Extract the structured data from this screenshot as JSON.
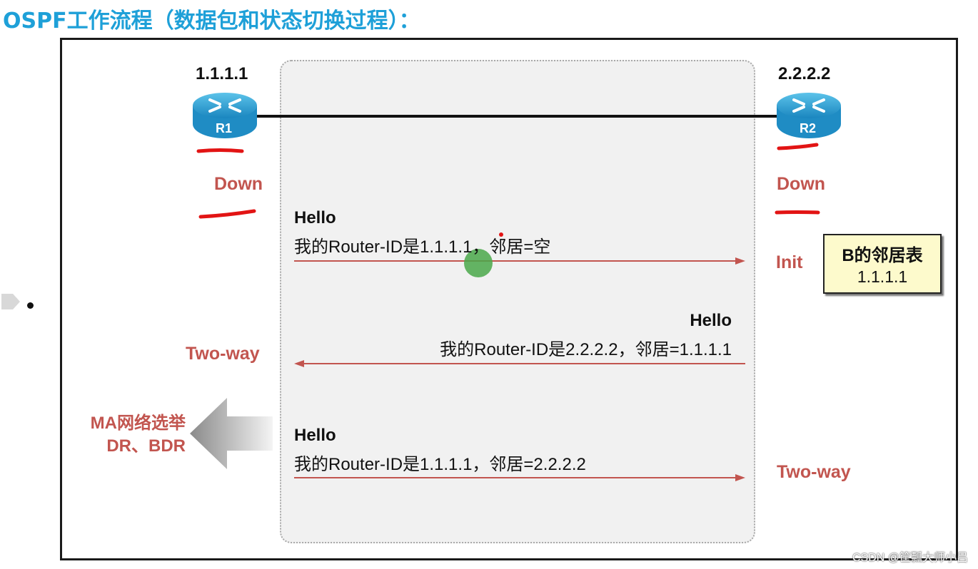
{
  "title": "OSPF工作流程（数据包和状态切换过程）：",
  "routers": {
    "r1": {
      "router_id": "1.1.1.1",
      "name": "R1",
      "state": "Down",
      "state_final": "Two-way"
    },
    "r2": {
      "router_id": "2.2.2.2",
      "name": "R2",
      "state": "Down",
      "state_mid": "Init",
      "state_final": "Two-way"
    }
  },
  "messages": [
    {
      "title": "Hello",
      "body": "我的Router-ID是1.1.1.1，邻居=空",
      "direction": "right"
    },
    {
      "title": "Hello",
      "body": "我的Router-ID是2.2.2.2，邻居=1.1.1.1",
      "direction": "left"
    },
    {
      "title": "Hello",
      "body": "我的Router-ID是1.1.1.1，邻居=2.2.2.2",
      "direction": "right"
    }
  ],
  "neighbor_table": {
    "title": "B的邻居表",
    "entry": "1.1.1.1"
  },
  "ma_election": {
    "line1": "MA网络选举",
    "line2": "DR、BDR"
  },
  "watermark": "CSDN @筐瓢大师小吕",
  "colors": {
    "title": "#1ea0d8",
    "state": "#c2554f",
    "arrow": "#c2554f",
    "router": "#2aa6d6",
    "highlight": "#e21414"
  }
}
